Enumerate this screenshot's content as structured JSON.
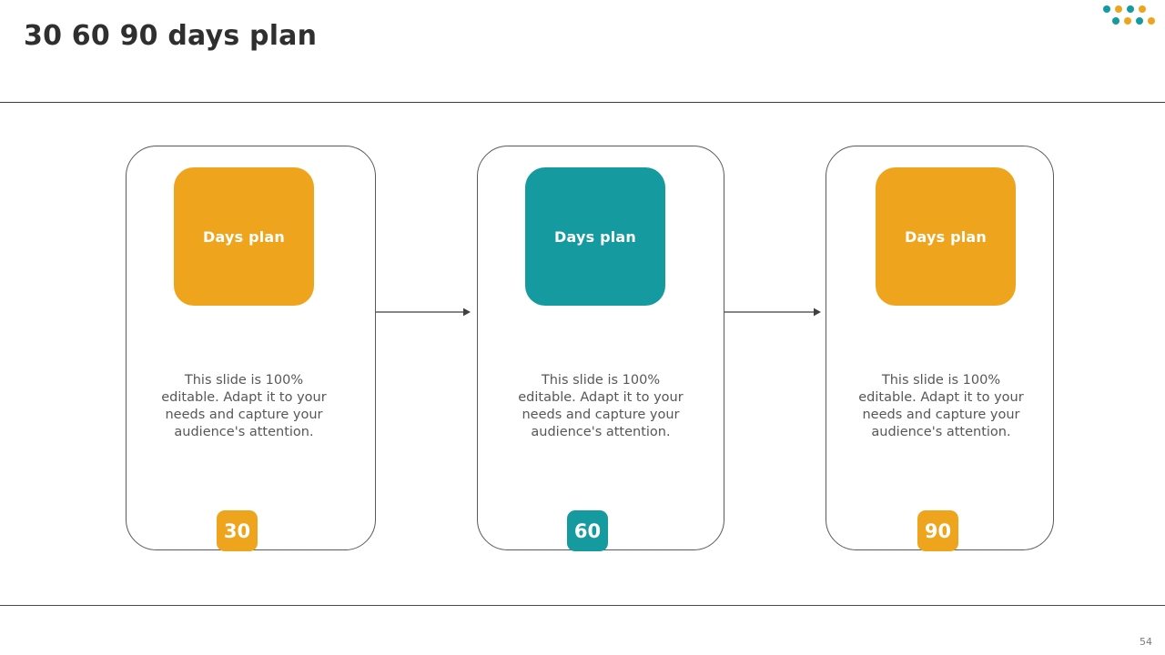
{
  "slide": {
    "title": "30 60 90 days plan",
    "page_number": "54"
  },
  "colors": {
    "orange": "#EFA41D",
    "teal": "#159AA0",
    "title_text": "#2f2f2f",
    "body_text": "#575757",
    "card_border": "#58595b",
    "rule": "#3a3a3a",
    "arrow": "#3f3f3f"
  },
  "decoration": {
    "dots_top": [
      "#159AA0",
      "#EFA41D",
      "#159AA0",
      "#EFA41D"
    ],
    "dots_bottom": [
      "#159AA0",
      "#EFA41D",
      "#159AA0",
      "#EFA41D"
    ]
  },
  "cards": [
    {
      "head_label": "Days plan",
      "head_color": "#EFA41D",
      "body": "This slide is 100% editable. Adapt it to your needs and capture your audience's attention.",
      "badge_value": "30",
      "badge_color": "#EFA41D"
    },
    {
      "head_label": "Days plan",
      "head_color": "#159AA0",
      "body": "This slide is 100% editable. Adapt it to your needs and capture your audience's attention.",
      "badge_value": "60",
      "badge_color": "#159AA0"
    },
    {
      "head_label": "Days plan",
      "head_color": "#EFA41D",
      "body": "This slide is 100% editable. Adapt it to your needs and capture your audience's attention.",
      "badge_value": "90",
      "badge_color": "#EFA41D"
    }
  ]
}
